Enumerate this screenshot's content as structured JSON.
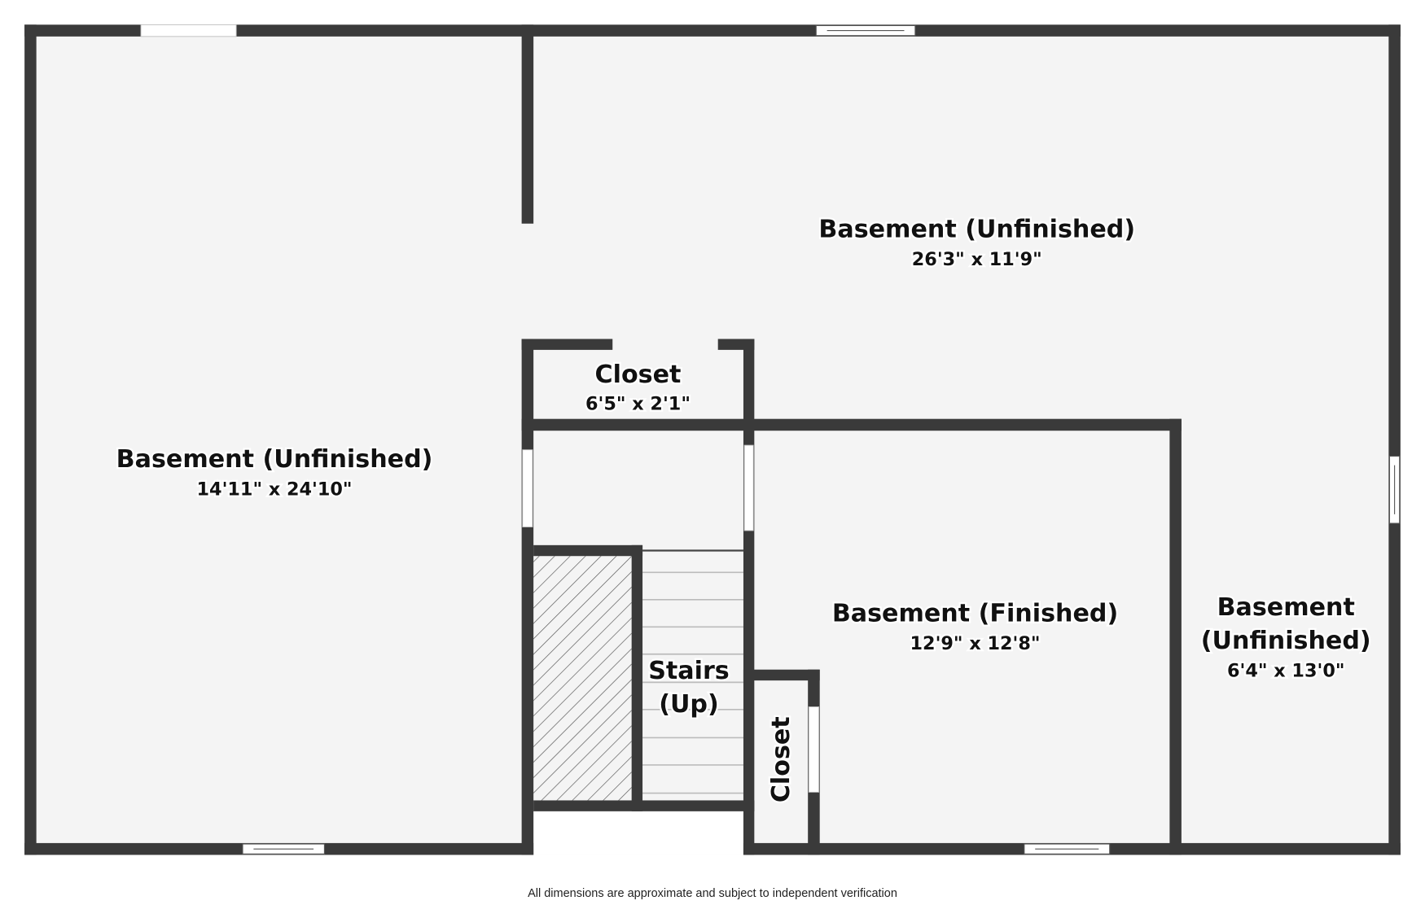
{
  "rooms": [
    {
      "name": "Basement (Unfinished)",
      "dimensions": "14'11\" x 24'10\""
    },
    {
      "name": "Basement (Unfinished)",
      "dimensions": "26'3\" x 11'9\""
    },
    {
      "name": "Closet",
      "dimensions": "6'5\" x 2'1\""
    },
    {
      "name": "Basement (Finished)",
      "dimensions": "12'9\" x 12'8\""
    },
    {
      "name_line1": "Basement",
      "name_line2": "(Unfinished)",
      "dimensions": "6'4\" x 13'0\""
    },
    {
      "name_line1": "Stairs",
      "name_line2": "(Up)"
    },
    {
      "name": "Closet"
    }
  ],
  "footer": "All dimensions are approximate and subject to independent verification",
  "colors": {
    "wall": "#3a3a3a",
    "floor": "#f4f4f4"
  }
}
